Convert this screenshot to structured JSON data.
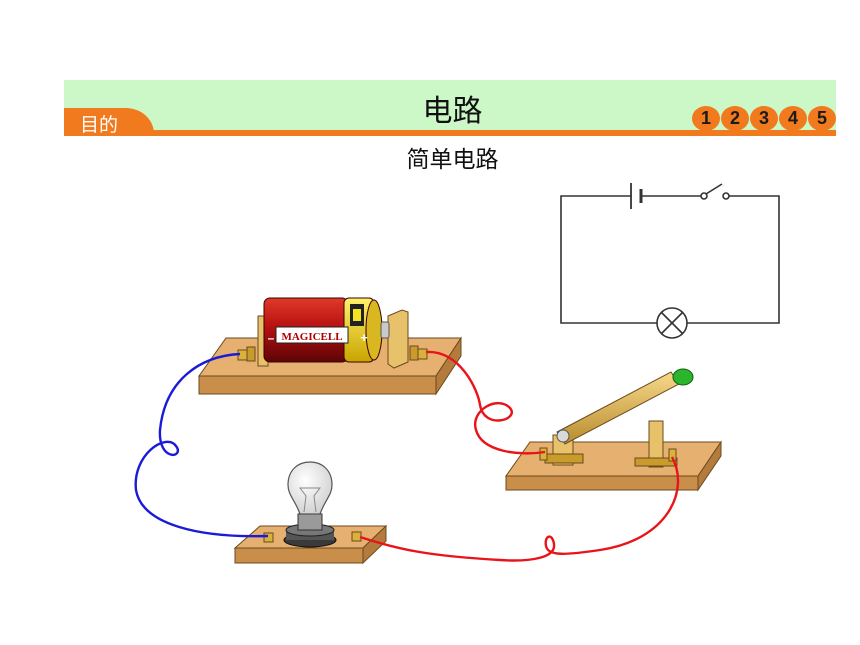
{
  "header": {
    "tab_label": "目的",
    "title": "电路",
    "subtitle": "简单电路",
    "pages": [
      "1",
      "2",
      "3",
      "4",
      "5"
    ]
  },
  "battery": {
    "brand": "MAGICELL",
    "minus": "–",
    "plus": "+"
  },
  "colors": {
    "header_band": "#ccf7c7",
    "accent": "#f07a1d",
    "wire_red": "#e8141a",
    "wire_blue": "#1a1ad8",
    "board": "#e6b070",
    "battery": "#c41414"
  }
}
